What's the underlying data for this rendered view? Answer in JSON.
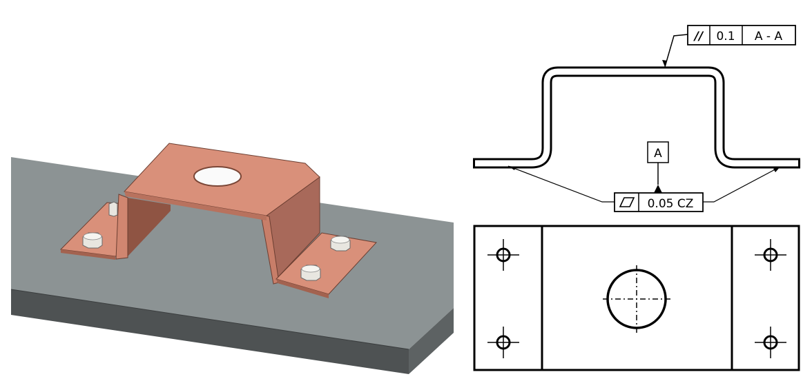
{
  "render_3d": {
    "colors": {
      "plate_top": "#8c9394",
      "plate_front": "#4e5253",
      "plate_side": "#5d6263",
      "copper": "#d9907a",
      "copper_dark": "#9e5e4b",
      "bolt": "#e8e6e0"
    }
  },
  "drawing": {
    "parallelism_fcf": {
      "symbol": "//",
      "tolerance": "0.1",
      "datum": "A - A"
    },
    "datum_feature": {
      "label": "A"
    },
    "flatness_fcf": {
      "symbol": "flatness-icon",
      "tolerance": "0.05 CZ"
    }
  }
}
